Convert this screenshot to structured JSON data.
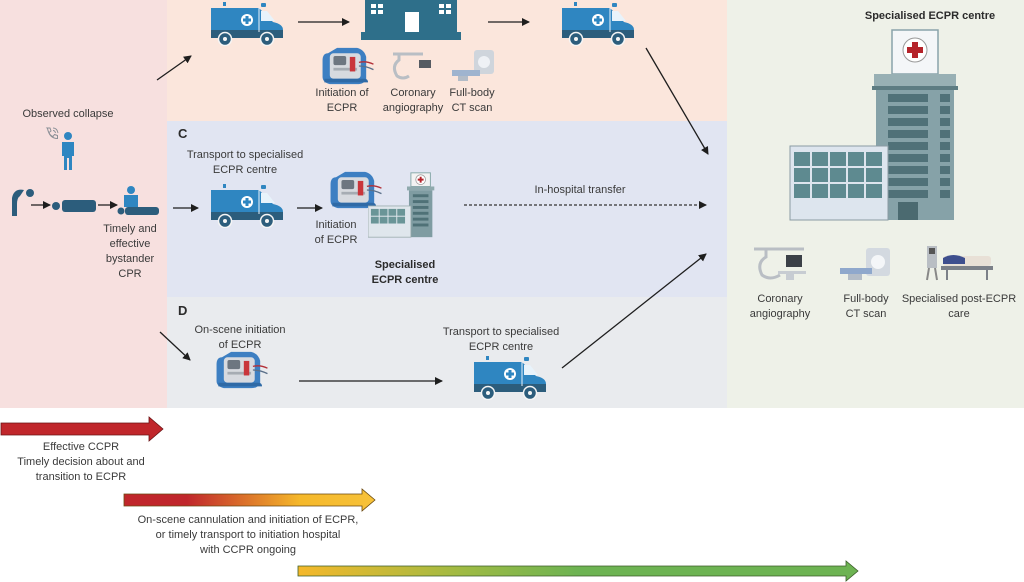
{
  "colors": {
    "panel_left": "#f7e0df",
    "panel_b": "#fbe6dc",
    "panel_c": "#e1e5f2",
    "panel_d": "#e9ebee",
    "panel_right": "#eef1e8",
    "icon_blue": "#2f86c1",
    "icon_dark": "#2c5d7c",
    "building": "#2e6f8a",
    "arrow_red": "#c0262b",
    "arrow_yellow": "#f5b82a",
    "arrow_green": "#6db352"
  },
  "left_panel": {
    "observed_collapse": "Observed collapse",
    "bystander_cpr": [
      "Timely and",
      "effective",
      "bystander",
      "CPR"
    ]
  },
  "panel_b": {
    "labels": {
      "initiation": [
        "Initiation of",
        "ECPR"
      ],
      "angiography": [
        "Coronary",
        "angiography"
      ],
      "ct_scan": [
        "Full-body",
        "CT scan"
      ]
    }
  },
  "panel_c": {
    "letter": "C",
    "transport": [
      "Transport to specialised",
      "ECPR centre"
    ],
    "initiation": [
      "Initiation",
      "of ECPR"
    ],
    "centre": [
      "Specialised",
      "ECPR centre"
    ],
    "transfer": "In-hospital transfer"
  },
  "panel_d": {
    "letter": "D",
    "onscene": [
      "On-scene initiation",
      "of ECPR"
    ],
    "transport": [
      "Transport to specialised",
      "ECPR centre"
    ]
  },
  "right_panel": {
    "title": "Specialised ECPR centre",
    "services": [
      {
        "icon": "angiography-icon",
        "label": [
          "Coronary",
          "angiography"
        ]
      },
      {
        "icon": "ct-scanner-icon",
        "label": [
          "Full-body",
          "CT scan"
        ]
      },
      {
        "icon": "hospital-bed-icon",
        "label": [
          "Specialised post-ECPR",
          "care"
        ]
      }
    ]
  },
  "timeline": [
    {
      "gradient": "red",
      "text": [
        "Effective CCPR",
        "Timely decision about and",
        "transition to ECPR"
      ]
    },
    {
      "gradient": "red-to-yellow",
      "text": [
        "On-scene cannulation and initiation of ECPR,",
        "or timely transport to initiation hospital",
        "with CCPR ongoing"
      ]
    },
    {
      "gradient": "yellow-to-green",
      "text": []
    }
  ]
}
